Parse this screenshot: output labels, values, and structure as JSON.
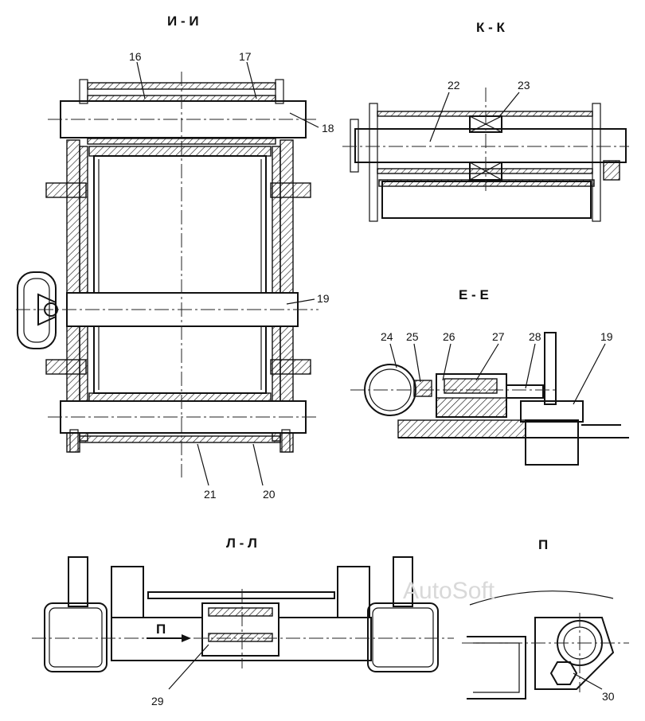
{
  "sections": {
    "ii": "И - И",
    "kk": "К - К",
    "ee": "Е - Е",
    "ll": "Л - Л",
    "p": "П"
  },
  "arrow_label": "П",
  "watermark": "AutoSoft",
  "callouts": {
    "n16": "16",
    "n17": "17",
    "n18": "18",
    "n19": "19",
    "n20": "20",
    "n21": "21",
    "n22": "22",
    "n23": "23",
    "n24": "24",
    "n25": "25",
    "n26": "26",
    "n27": "27",
    "n28": "28",
    "n19b": "19",
    "n29": "29",
    "n30": "30"
  }
}
